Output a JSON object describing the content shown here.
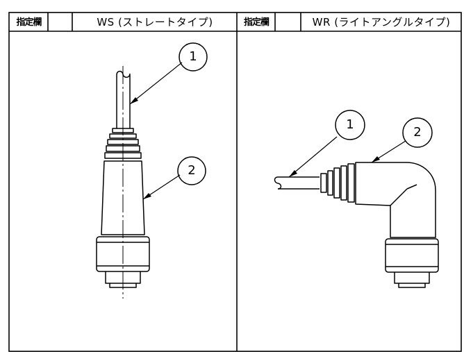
{
  "header": {
    "left_designation": "指定欄",
    "left_title": "WS (ストレートタイプ)",
    "right_designation": "指定欄",
    "right_title": "WR (ライトアングルタイプ)"
  },
  "left_panel": {
    "callouts": [
      {
        "number": "1",
        "target": "cable"
      },
      {
        "number": "2",
        "target": "connector-body"
      }
    ]
  },
  "right_panel": {
    "callouts": [
      {
        "number": "1",
        "target": "cable"
      },
      {
        "number": "2",
        "target": "connector-body"
      }
    ]
  }
}
